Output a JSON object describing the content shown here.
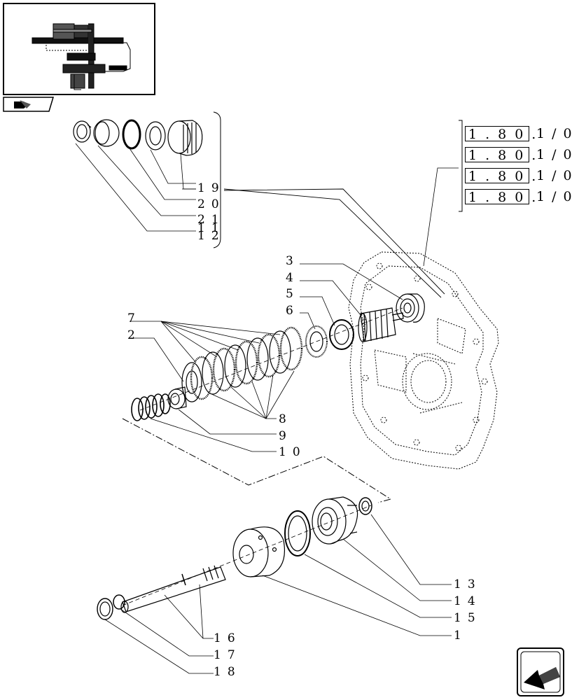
{
  "reference_boxes": [
    {
      "code": "1.80.",
      "suffix": "1/0"
    },
    {
      "code": "1.80.",
      "suffix": "1/0"
    },
    {
      "code": "1.80.",
      "suffix": "1/0"
    },
    {
      "code": "1.80.",
      "suffix": "1/0"
    }
  ],
  "callouts": {
    "c1": "1",
    "c2": "2",
    "c3": "3",
    "c4": "4",
    "c5": "5",
    "c6": "6",
    "c7": "7",
    "c8": "8",
    "c9": "9",
    "c10": "10",
    "c11": "11",
    "c12": "12",
    "c13": "13",
    "c14": "14",
    "c15": "15",
    "c16": "16",
    "c17": "17",
    "c18": "18",
    "c19": "19",
    "c20": "20",
    "c21": "21"
  },
  "icons": {
    "thumbnail": "assembly-thumbnail-icon",
    "tab": "book-tab-icon",
    "nav": "previous-page-arrow-icon"
  }
}
